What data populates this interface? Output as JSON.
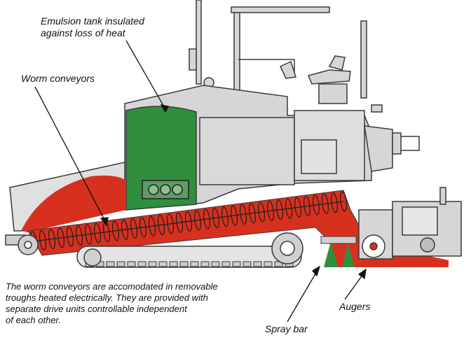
{
  "labels": {
    "emulsion_tank": "Emulsion tank insulated\nagainst loss of heat",
    "worm_conveyors": "Worm conveyors",
    "caption": "The worm conveyors are accomodated in removable\ntroughs heated electrically. They are provided with\nseparate drive units controllable independent\nof each other.",
    "spray_bar": "Spray bar",
    "augers": "Augers"
  },
  "colors": {
    "machine_body": "#d6d6d6",
    "outline": "#3a3a3a",
    "conveyor_red": "#d8301f",
    "emulsion_green": "#2f8f3e",
    "track": "#e4e4e4"
  }
}
